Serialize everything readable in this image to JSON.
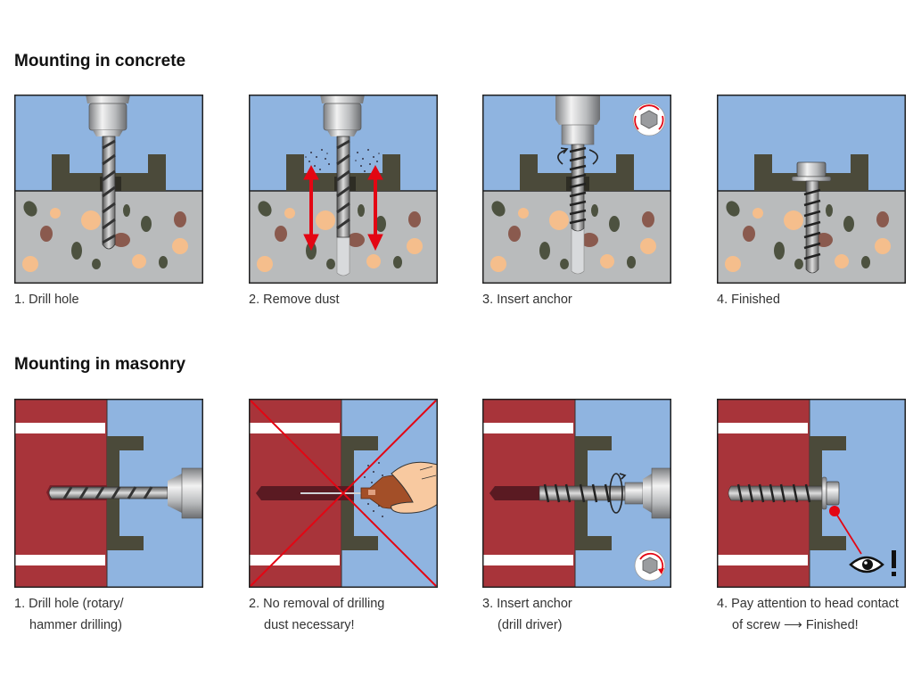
{
  "colors": {
    "sky": "#8fb4e0",
    "concrete": "#b9bbbc",
    "fixture": "#4b4a3a",
    "brick": "#a8343a",
    "mortar": "#ffffff",
    "warning_red": "#e30613",
    "aggregate_dark": "#4d5240",
    "aggregate_brown": "#8a5a4e",
    "aggregate_light": "#f5be8c"
  },
  "concrete": {
    "title": "Mounting in concrete",
    "steps": [
      {
        "number": "1.",
        "label": "Drill hole",
        "icon": "drill-bit"
      },
      {
        "number": "2.",
        "label": "Remove dust",
        "icon": "dust-arrows"
      },
      {
        "number": "3.",
        "label": "Insert anchor",
        "icon": "rotation-hex-badge"
      },
      {
        "number": "4.",
        "label": "Finished",
        "icon": "hex-head-screw"
      }
    ]
  },
  "masonry": {
    "title": "Mounting in masonry",
    "steps": [
      {
        "number": "1.",
        "line1": "Drill hole (rotary/",
        "line2": "hammer drilling)",
        "icon": "drill-bit"
      },
      {
        "number": "2.",
        "line1": "No removal of drilling",
        "line2": "dust necessary!",
        "icon": "crossed-blower"
      },
      {
        "number": "3.",
        "line1": "Insert anchor",
        "line2": "(drill driver)",
        "icon": "rotation-hex-badge"
      },
      {
        "number": "4.",
        "line1": "Pay attention to head contact",
        "line2_a": "of screw",
        "line2_arrow": "⟶",
        "line2_b": "Finished!",
        "icon": "eye-exclamation"
      }
    ]
  }
}
